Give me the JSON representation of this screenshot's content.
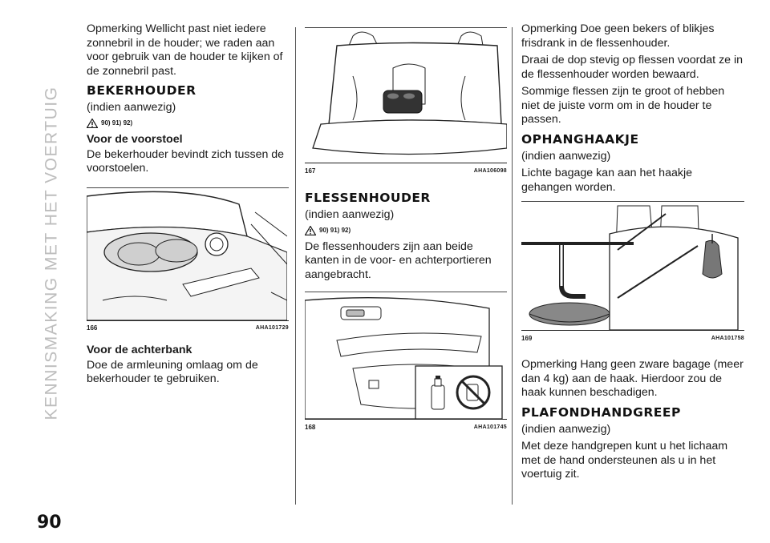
{
  "sidebar": {
    "chapter_title": "KENNISMAKING MET HET VOERTUIG"
  },
  "page": {
    "number": "90"
  },
  "col1": {
    "note_p1": "Opmerking  Wellicht past niet iedere zonnebril in de houder; we raden aan voor gebruik van de houder te kijken of de zonnebril past.",
    "section_title": "BEKERHOUDER",
    "availability": "(indien aanwezig)",
    "refs": "90) 91) 92)",
    "front_title": "Voor de voorstoel",
    "front_text": "De bekerhouder bevindt zich tussen de voorstoelen.",
    "fig_number": "166",
    "fig_code": "AHA101729",
    "rear_title": "Voor de achterbank",
    "rear_text": "Doe de armleuning omlaag om de bekerhouder te gebruiken."
  },
  "col2": {
    "fig1_number": "167",
    "fig1_code": "AHA106098",
    "section_title": "FLESSENHOUDER",
    "availability": "(indien aanwezig)",
    "refs": "90) 91) 92)",
    "text": "De flessenhouders zijn aan beide kanten in de voor- en achterportieren aangebracht.",
    "fig2_number": "168",
    "fig2_code": "AHA101745"
  },
  "col3": {
    "note_p1": "Opmerking  Doe geen bekers of blikjes frisdrank in de flessenhouder.",
    "p2": "Draai de dop stevig op flessen voordat ze in de flessenhouder worden bewaard.",
    "p3": "Sommige flessen zijn te groot of hebben niet de juiste vorm om in de houder te passen.",
    "section_title": "OPHANGHAAKJE",
    "availability": "(indien aanwezig)",
    "text": "Lichte bagage kan aan het haakje gehangen worden.",
    "fig_number": "169",
    "fig_code": "AHA101758",
    "note_p2": "Opmerking  Hang geen zware bagage (meer dan 4 kg) aan de haak. Hierdoor zou de haak kunnen beschadigen.",
    "section2_title": "PLAFONDHANDGREEP",
    "availability2": "(indien aanwezig)",
    "text2": "Met deze handgrepen kunt u het lichaam met de hand ondersteunen als u in het voertuig zit."
  },
  "colors": {
    "accent_gray": "#bdbdbd",
    "text": "#1a1a1a"
  },
  "icons": [
    "warning-triangle-icon",
    "no-cup-icon",
    "bottle-icon"
  ]
}
